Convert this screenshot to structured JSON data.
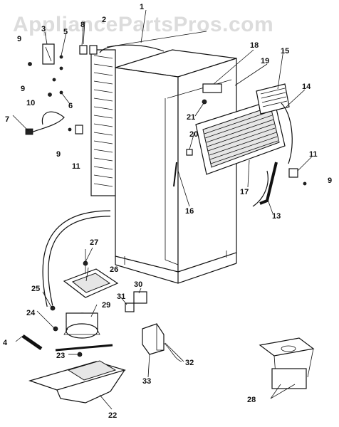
{
  "watermark": "AppliancePartsPros.com",
  "labels": {
    "p1": "1",
    "p2": "2",
    "p3": "3",
    "p4": "4",
    "p5": "5",
    "p6": "6",
    "p7": "7",
    "p8": "8",
    "p9a": "9",
    "p9b": "9",
    "p9c": "9",
    "p9d": "9",
    "p10": "10",
    "p11a": "11",
    "p11b": "11",
    "p13": "13",
    "p14": "14",
    "p15": "15",
    "p16": "16",
    "p17": "17",
    "p18": "18",
    "p19": "19",
    "p20": "20",
    "p21": "21",
    "p22": "22",
    "p23": "23",
    "p24": "24",
    "p25": "25",
    "p26": "26",
    "p27": "27",
    "p28": "28",
    "p29": "29",
    "p30": "30",
    "p31": "31",
    "p32": "32",
    "p33": "33"
  }
}
